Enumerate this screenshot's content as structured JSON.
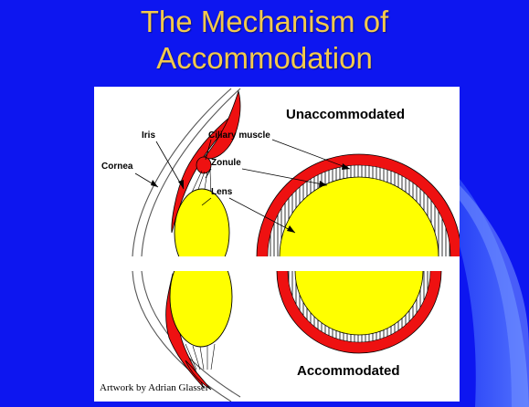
{
  "slide": {
    "title_line1": "The Mechanism of",
    "title_line2": "Accommodation"
  },
  "figure": {
    "label_unaccommodated": "Unaccommodated",
    "label_accommodated": "Accommodated",
    "label_iris": "Iris",
    "label_ciliary_muscle": "Ciliary muscle",
    "label_cornea": "Cornea",
    "label_zonule": "Zonule",
    "label_lens": "Lens",
    "credit": "Artwork by Adrian Glasser",
    "colors": {
      "background": "#0d16f0",
      "title": "#f2c94c",
      "muscle_red": "#ee1111",
      "lens_yellow": "#ffff00"
    }
  }
}
